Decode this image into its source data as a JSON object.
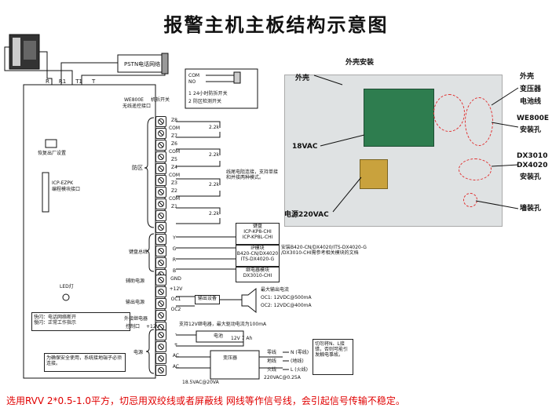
{
  "title": "报警主机主板结构示意图",
  "footer_note": "选用RVV 2*0.5-1.0平方，切忌用双绞线或者屏蔽线 网线等作信号线，会引起信号传输不稳定。",
  "left_panel": {
    "pstn_label": "PSTN电话网络",
    "phone_terminals": [
      "R",
      "R1",
      "T1",
      "T"
    ],
    "we800e_label": "WE800E",
    "we800e_sub": "无线遥控接口",
    "tamper_label": "机拆开关",
    "factory_reset_label": "恢复出厂设置",
    "prog_label": "ICP-EZPK",
    "prog_sub": "编程模块接口",
    "led_label": "LED灯",
    "led_desc": "快闪：电话网络断开\n慢闪：正常工作指示",
    "safety_note": "为确保安全使用，系统接地端子必须连接。",
    "tamper_switch": {
      "line1": "24小时防拆开关",
      "line2": "防区检测开关",
      "com": "COM",
      "no": "NO",
      "n1": "1",
      "n2": "2"
    }
  },
  "zones": {
    "group_label": "防区",
    "terminals": [
      "Z8",
      "COM",
      "Z7",
      "Z6",
      "COM",
      "Z5",
      "Z4",
      "COM",
      "Z3",
      "Z2",
      "COM",
      "Z1"
    ],
    "resistor": "2.2k",
    "note": "线尾电阻连接，支持单接和并接两种模式。"
  },
  "keypad_bus": {
    "group_label": "键盘总线",
    "terminals": [
      "Y",
      "G",
      "R",
      "B"
    ],
    "keypad_title": "键盘",
    "keypad_models": "ICP-KP8-CHI\nICP-KP8L-CHI",
    "ip_title": "IP模块",
    "ip_models": "B420-CN/DX4020\nITS-DX4020-G",
    "relay_title": "继电器模块",
    "relay_models": "DX3010-CHI",
    "install_note": "安装B420-CN/DX4020/ITS-DX4020-G\n/DX3010-CHI需参考相关模块的文档"
  },
  "power_outputs": {
    "aux_label": "辅助电源",
    "aux_terminals": [
      "GND",
      "+12V"
    ],
    "out_label": "输出电源",
    "out_terminals": [
      "OC1",
      "OC2"
    ],
    "siren_label": "输出设备",
    "max_output_title": "最大输出电流",
    "oc1": "OC1: 12VDC@500mA",
    "oc2": "OC2: 12VDC@400mA",
    "ext_relay_label": "外接继电器",
    "control_label": "控制口",
    "control_value": "+12V",
    "relay_support": "支持12V继电器，最大驱动电流为100mA"
  },
  "power": {
    "group_label": "电源",
    "terminals": [
      "-",
      "+",
      "AC",
      "AC"
    ],
    "battery_label": "电池",
    "battery_spec": "12V 7 Ah",
    "transformer_label": "变压器",
    "rating": "18.5VAC@20VA",
    "input_rating": "220VAC@0.25A",
    "lines": [
      "零线",
      "地线",
      "火线"
    ],
    "line_codes": [
      "N (零线)",
      "(地线)",
      "L (火线)"
    ],
    "warning": "切勿将N、L接错，否则可能引发触电事故。"
  },
  "photo": {
    "section_title": "外壳安装",
    "label_shell": "外壳",
    "label_18vac": "18VAC",
    "label_220vac": "电源220VAC",
    "right_labels": [
      "外壳",
      "变压器",
      "电池线",
      "WE800E",
      "安装孔",
      "DX3010",
      "DX4020",
      "安装孔",
      "墙装孔"
    ]
  },
  "colors": {
    "footer": "#e00000",
    "cabinet": "#dfe2e3",
    "pcb": "#2e7d4f",
    "transformer": "#c9a23d",
    "callout": "#e03030"
  }
}
